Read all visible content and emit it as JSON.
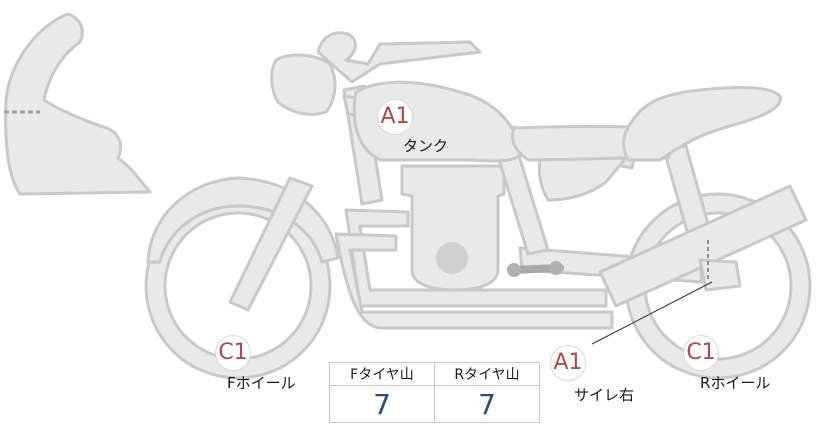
{
  "colors": {
    "part_fill": "#e9e9e9",
    "part_stroke": "#c9c9c9",
    "grade_text": "#b04a45",
    "value_text": "#2a4a8a"
  },
  "labels": [
    {
      "id": "tank",
      "grade": "A1",
      "name": "タンク"
    },
    {
      "id": "front-wheel",
      "grade": "C1",
      "name": "Fホイール"
    },
    {
      "id": "muffler-right",
      "grade": "A1",
      "name": "サイレ右"
    },
    {
      "id": "rear-wheel",
      "grade": "C1",
      "name": "Rホイール"
    }
  ],
  "tread": {
    "front_header": "Fタイヤ山",
    "rear_header": "Rタイヤ山",
    "front_value": "7",
    "rear_value": "7"
  }
}
